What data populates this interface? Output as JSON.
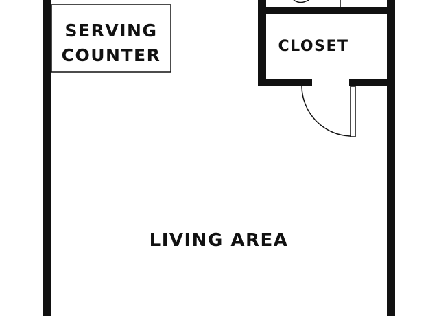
{
  "rooms": {
    "serving_counter": {
      "line1": "SERVING",
      "line2": "COUNTER"
    },
    "closet": "CLOSET",
    "living_area": "LIVING AREA"
  },
  "colors": {
    "wall": "#111111",
    "background": "#ffffff"
  }
}
